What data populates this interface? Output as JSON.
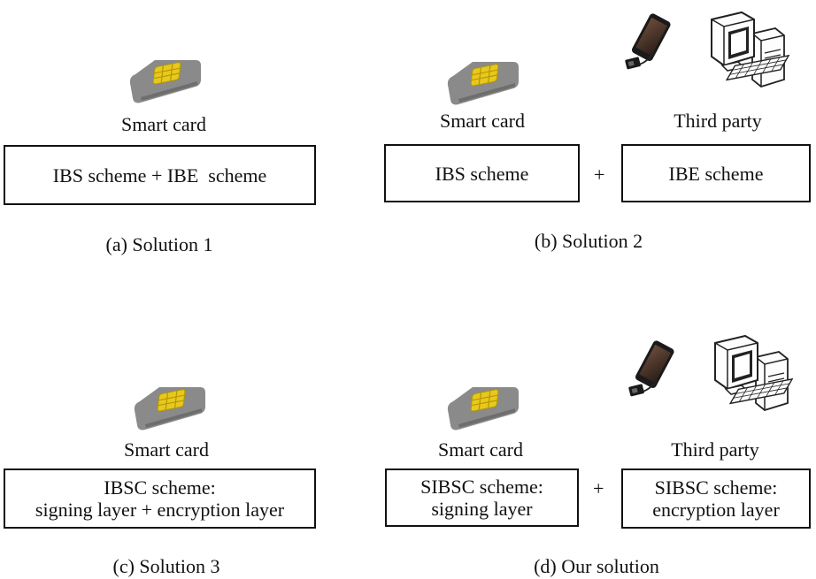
{
  "panels": {
    "a": {
      "card_label": "Smart card",
      "box_text": "IBS scheme + IBE  scheme",
      "caption": "(a) Solution 1"
    },
    "b": {
      "card_label": "Smart card",
      "third_label": "Third party",
      "left_box": "IBS scheme",
      "plus": "+",
      "right_box": "IBE scheme",
      "caption": "(b) Solution 2"
    },
    "c": {
      "card_label": "Smart card",
      "box_line1": "IBSC scheme:",
      "box_line2": "signing layer + encryption layer",
      "caption": "(c) Solution 3"
    },
    "d": {
      "card_label": "Smart card",
      "third_label": "Third party",
      "left_line1": "SIBSC scheme:",
      "left_line2": "signing layer",
      "plus": "+",
      "right_line1": "SIBSC scheme:",
      "right_line2": "encryption layer",
      "caption": "(d) Our solution"
    }
  }
}
